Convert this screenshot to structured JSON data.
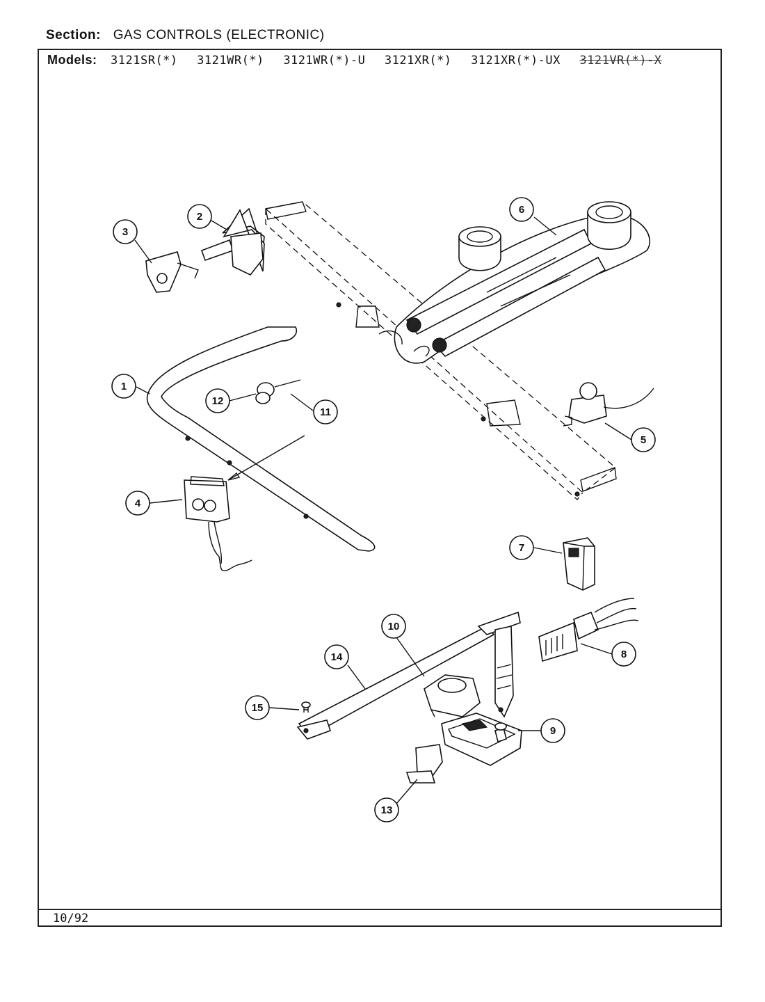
{
  "header": {
    "section_label": "Section:",
    "section_value": "GAS CONTROLS (ELECTRONIC)",
    "models_label": "Models:",
    "models": [
      "3121SR(*)",
      "3121WR(*)",
      "3121WR(*)-U",
      "3121XR(*)",
      "3121XR(*)-UX"
    ],
    "models_struck": "3121VR(*)-X"
  },
  "footer": {
    "date": "10/92"
  },
  "callouts": [
    "1",
    "2",
    "3",
    "4",
    "5",
    "6",
    "7",
    "8",
    "9",
    "10",
    "11",
    "12",
    "13",
    "14",
    "15"
  ]
}
